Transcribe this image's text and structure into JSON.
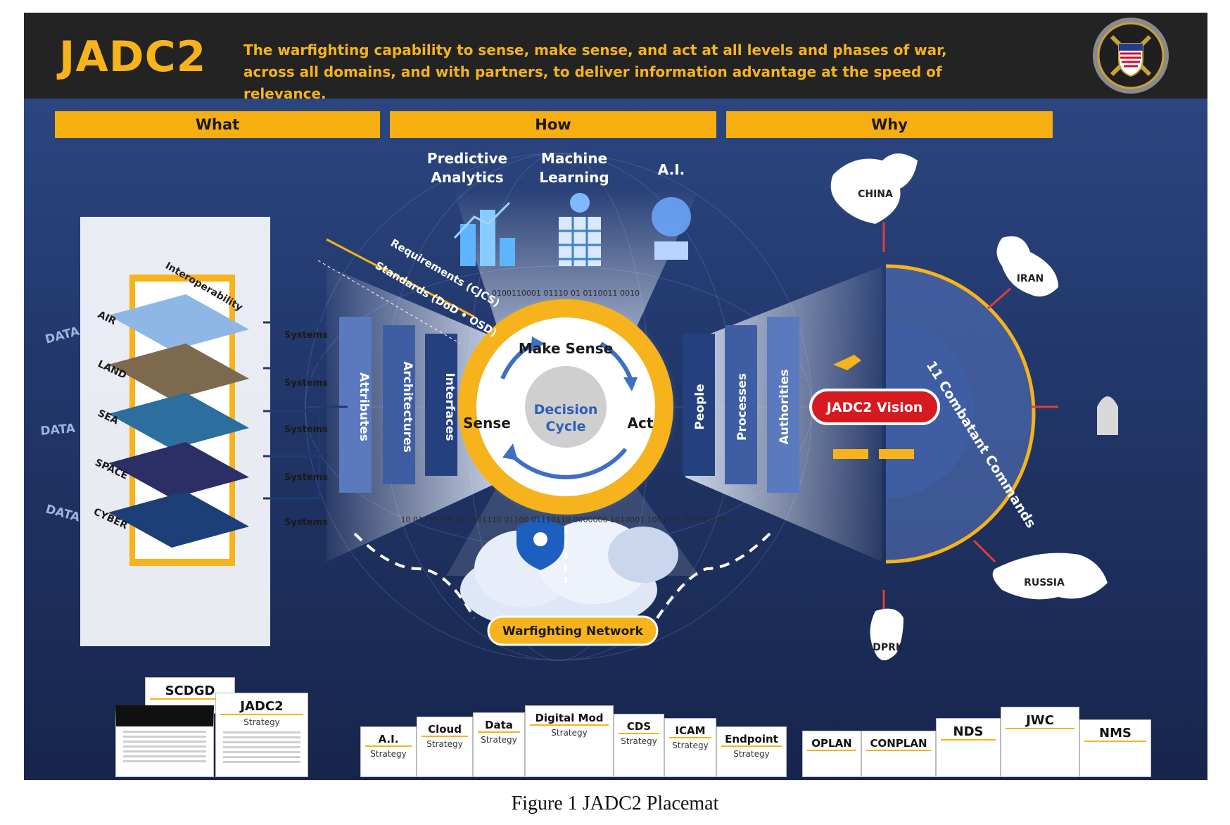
{
  "header": {
    "logo": "JADC2",
    "tagline": "The warfighting capability to sense, make sense, and act at all levels and phases of war, across all domains, and with partners, to deliver information advantage at the speed of relevance."
  },
  "sections": {
    "what": "What",
    "how": "How",
    "why": "Why"
  },
  "what": {
    "interoperability": "Interoperability",
    "domains": [
      "AIR",
      "LAND",
      "SEA",
      "SPACE",
      "CYBER"
    ],
    "systems": [
      "Systems",
      "Systems",
      "Systems",
      "Systems",
      "Systems"
    ],
    "data_word": "DATA"
  },
  "how": {
    "capabilities": [
      "Predictive Analytics",
      "Machine Learning",
      "A.I."
    ],
    "requirements": "Requirements (CJCS)",
    "standards": "Standards (DoD • OSD)",
    "left_bars": [
      "Attributes",
      "Architectures",
      "Interfaces"
    ],
    "right_bars": [
      "People",
      "Processes",
      "Authorities"
    ],
    "cycle": {
      "make_sense": "Make Sense",
      "sense": "Sense",
      "act": "Act",
      "center": "Decision Cycle"
    },
    "binary_top": "0100110001 01110 01 0110011 0010",
    "binary_bottom": "10 01110110 10 1001110 01100 01110110 0000000 1010001 1001101 00 0001101",
    "network": "Warfighting Network"
  },
  "why": {
    "countries": [
      "CHINA",
      "IRAN",
      "RUSSIA",
      "DPRK"
    ],
    "vision": "JADC2 Vision",
    "commands": "11 Combatant Commands"
  },
  "documents": {
    "left": [
      {
        "title": "SCDGD"
      },
      {
        "title": "CFT"
      },
      {
        "title": "JADC2",
        "sub": "Strategy"
      }
    ],
    "middle": [
      {
        "title": "A.I.",
        "sub": "Strategy"
      },
      {
        "title": "Cloud",
        "sub": "Strategy"
      },
      {
        "title": "Data",
        "sub": "Strategy"
      },
      {
        "title": "Digital Mod",
        "sub": "Strategy"
      },
      {
        "title": "CDS",
        "sub": "Strategy"
      },
      {
        "title": "ICAM",
        "sub": "Strategy"
      },
      {
        "title": "Endpoint",
        "sub": "Strategy"
      }
    ],
    "right": [
      {
        "title": "OPLAN"
      },
      {
        "title": "CONPLAN"
      },
      {
        "title": "NDS"
      },
      {
        "title": "JWC"
      },
      {
        "title": "NMS"
      }
    ]
  },
  "caption": "Figure 1 JADC2 Placemat",
  "colors": {
    "accent": "#f6b31b",
    "dark": "#232323",
    "navy": "#22386c",
    "vision_red": "#d71920"
  }
}
